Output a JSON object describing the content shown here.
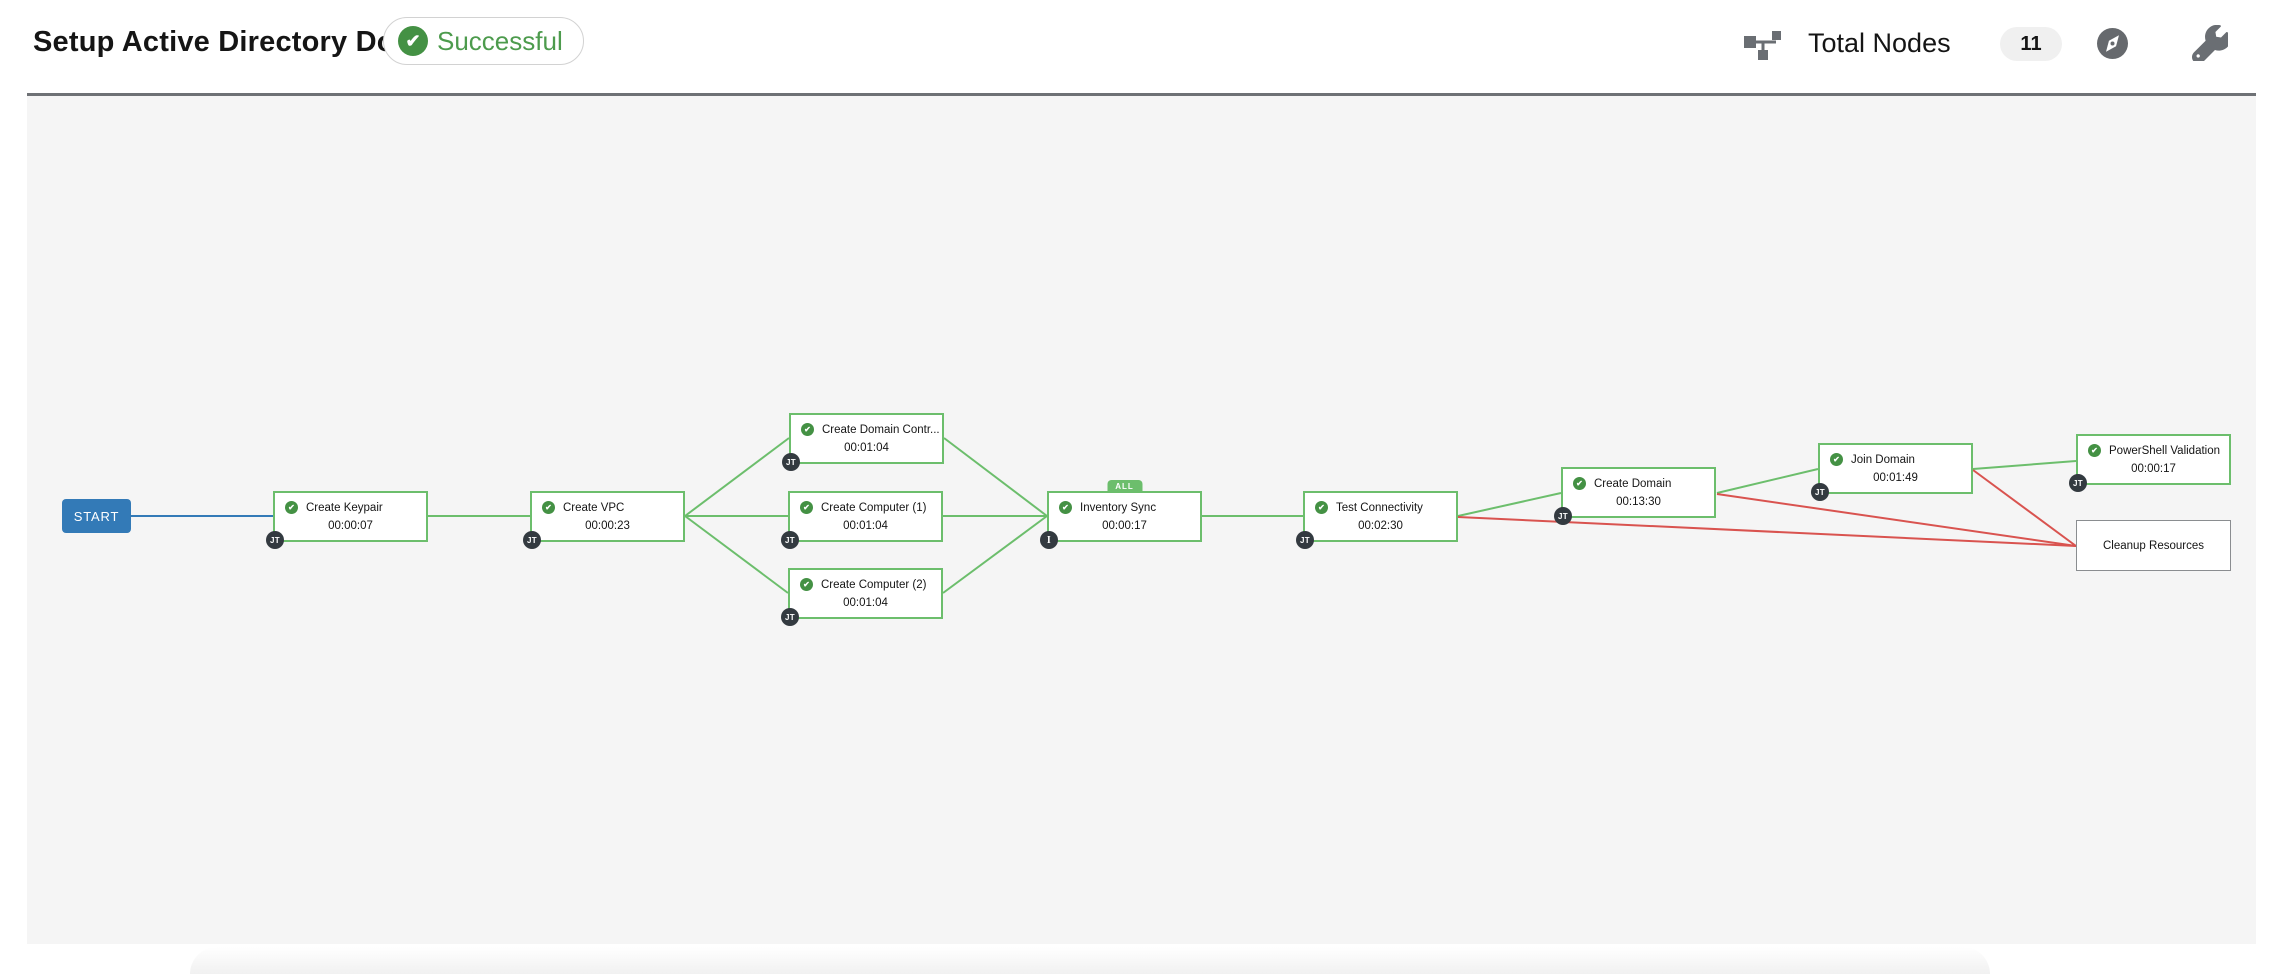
{
  "header": {
    "title": "Setup Active Directory Domain",
    "status_label": "Successful",
    "total_nodes_label": "Total Nodes",
    "total_nodes_count": "11"
  },
  "workflow": {
    "start_label": "START",
    "nodes": [
      {
        "label": "Create Keypair",
        "elapsed": "00:00:07",
        "type_badge": "JT",
        "status": "successful"
      },
      {
        "label": "Create VPC",
        "elapsed": "00:00:23",
        "type_badge": "JT",
        "status": "successful"
      },
      {
        "label": "Create Domain Contr...",
        "elapsed": "00:01:04",
        "type_badge": "JT",
        "status": "successful"
      },
      {
        "label": "Create Computer (1)",
        "elapsed": "00:01:04",
        "type_badge": "JT",
        "status": "successful"
      },
      {
        "label": "Create Computer (2)",
        "elapsed": "00:01:04",
        "type_badge": "JT",
        "status": "successful"
      },
      {
        "label": "Inventory Sync",
        "elapsed": "00:00:17",
        "type_badge": "I",
        "convergence_badge": "ALL",
        "status": "successful"
      },
      {
        "label": "Test Connectivity",
        "elapsed": "00:02:30",
        "type_badge": "JT",
        "status": "successful"
      },
      {
        "label": "Create Domain",
        "elapsed": "00:13:30",
        "type_badge": "JT",
        "status": "successful"
      },
      {
        "label": "Join Domain",
        "elapsed": "00:01:49",
        "type_badge": "JT",
        "status": "successful"
      },
      {
        "label": "PowerShell Validation",
        "elapsed": "00:00:17",
        "type_badge": "JT",
        "status": "successful"
      },
      {
        "label": "Cleanup Resources",
        "status": "not-run"
      }
    ],
    "colors": {
      "success_link": "#6cbe6c",
      "failure_link": "#d9534f",
      "always_link": "#337ab7",
      "status_icon_green": "#449144",
      "start_background": "#337ab7"
    }
  }
}
